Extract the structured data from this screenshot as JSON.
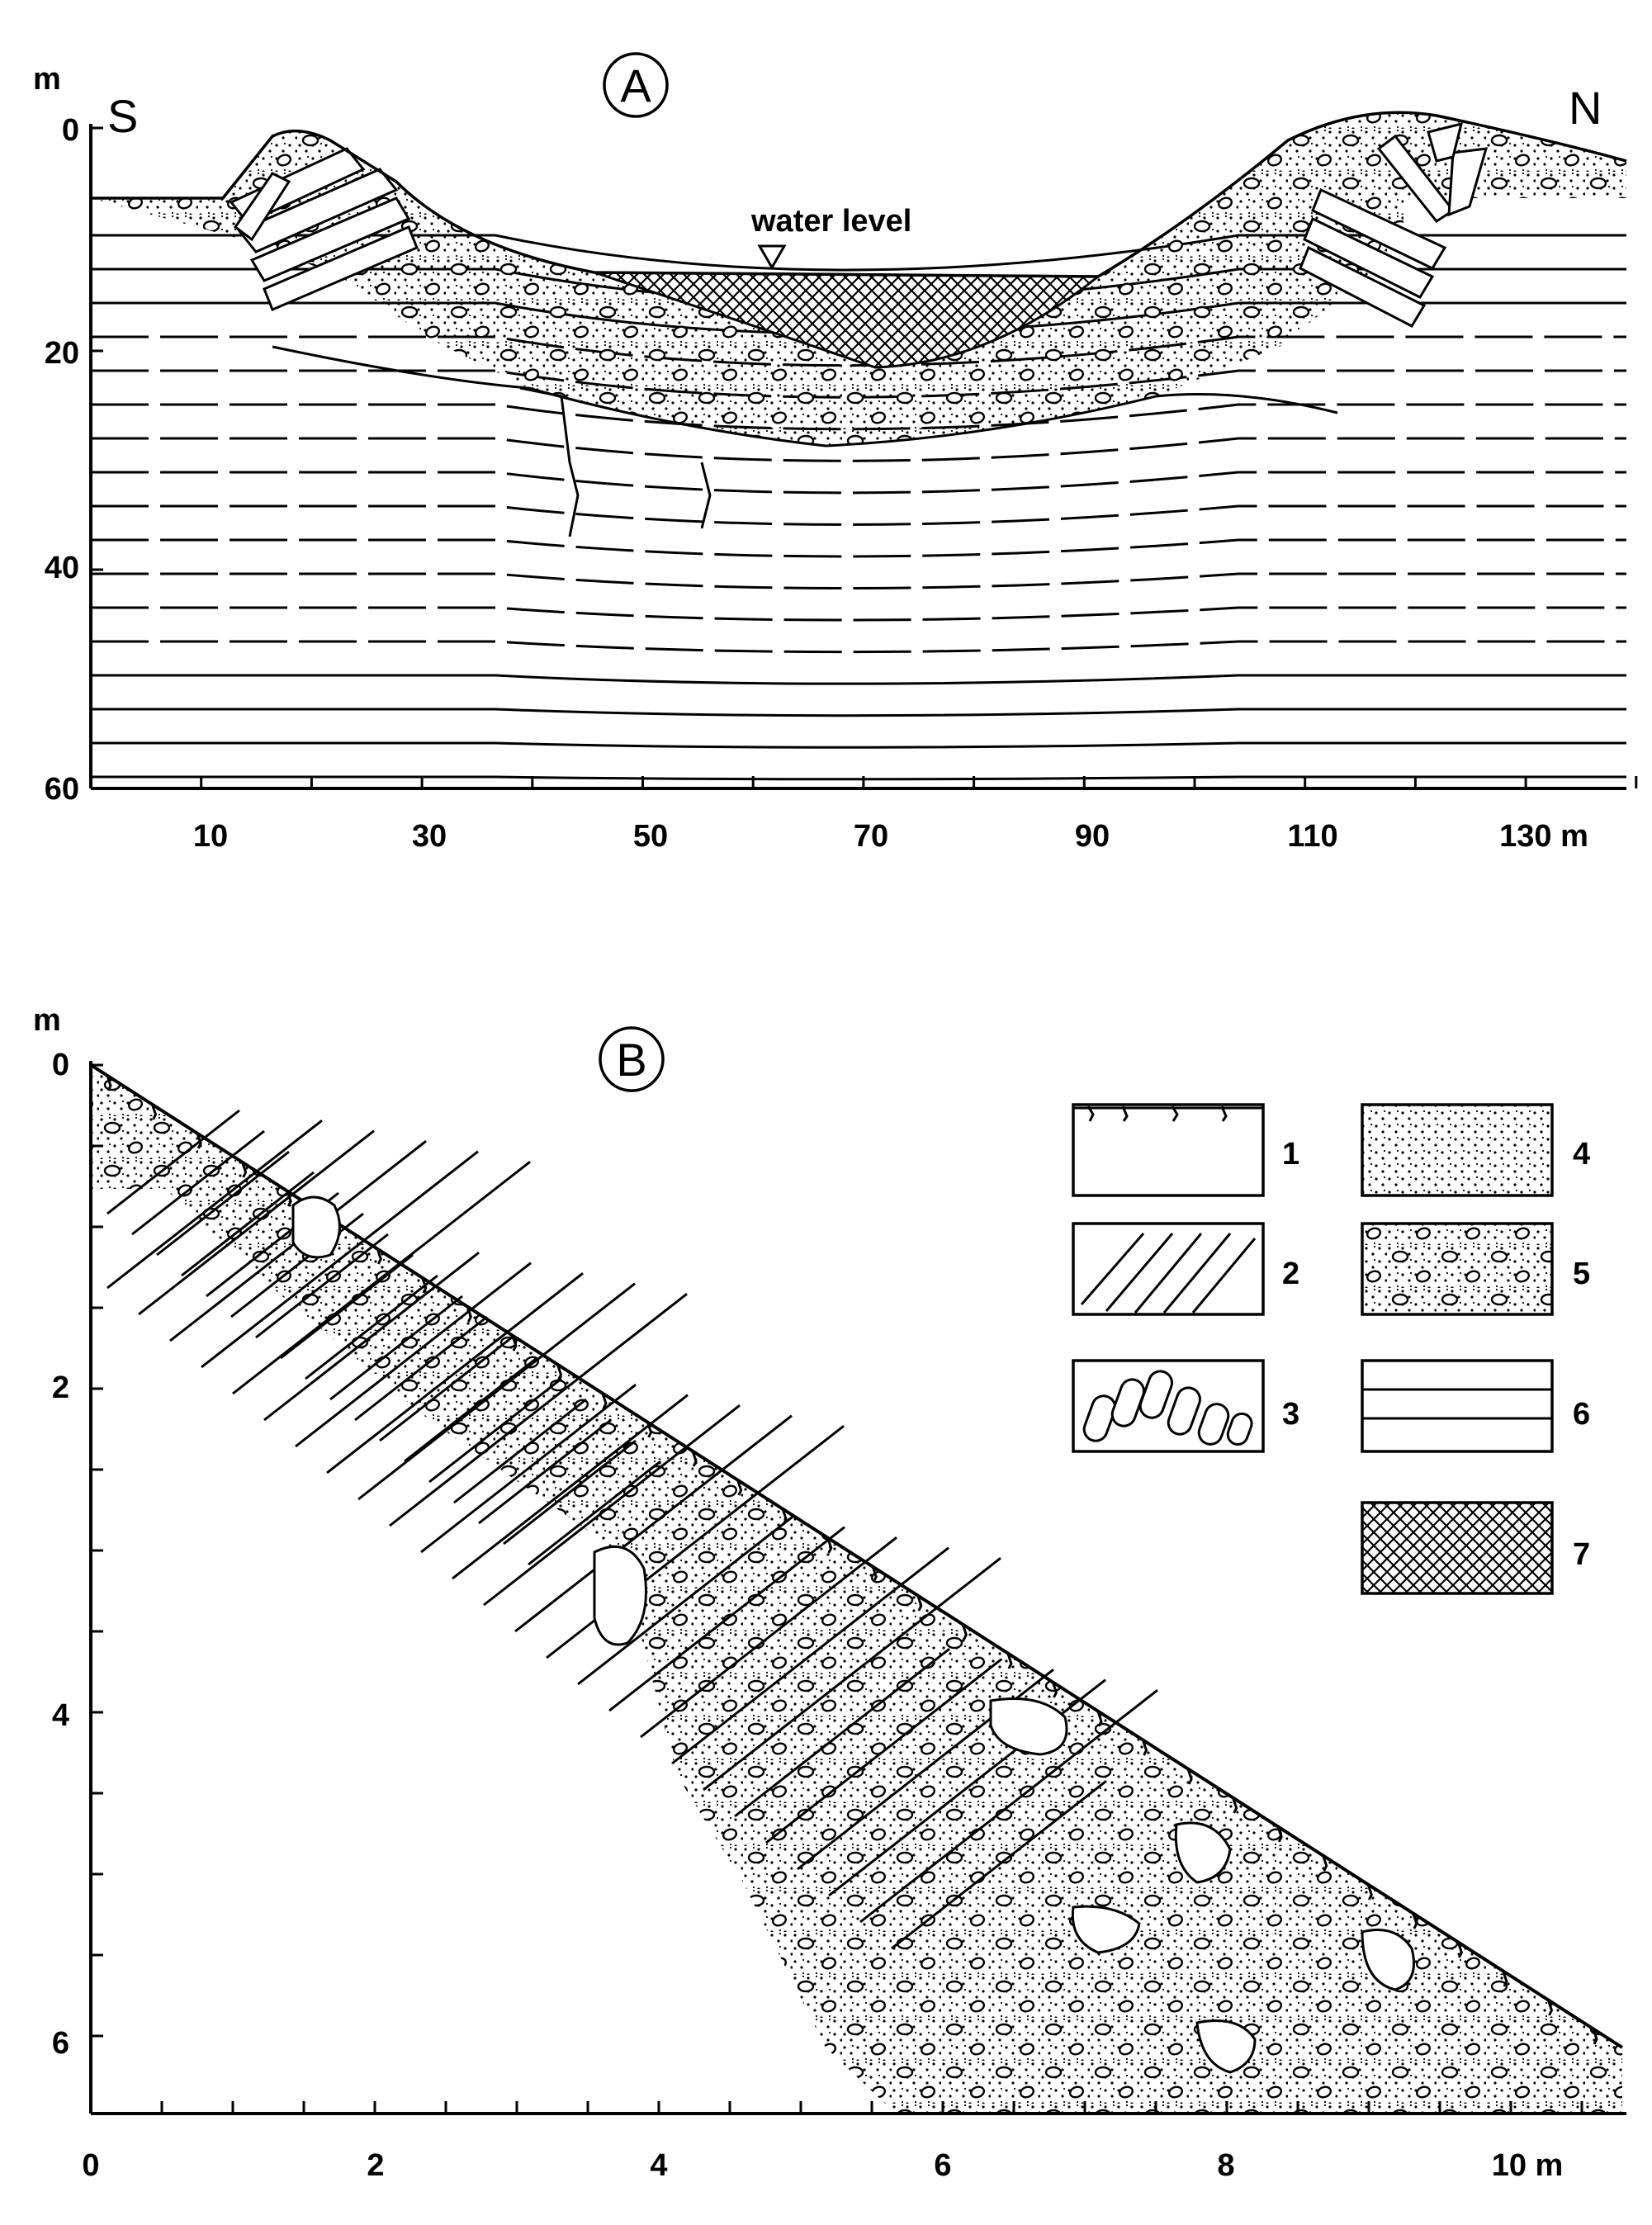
{
  "panel_a": {
    "label": "A",
    "unit": "m",
    "south": "S",
    "north": "N",
    "water_level": "water level",
    "y_ticks": [
      "0",
      "20",
      "40",
      "60"
    ],
    "x_ticks": [
      "10",
      "30",
      "50",
      "70",
      "90",
      "110",
      "130 m"
    ]
  },
  "panel_b": {
    "label": "B",
    "unit": "m",
    "y_ticks": [
      "0",
      "2",
      "4",
      "6"
    ],
    "x_ticks": [
      "0",
      "2",
      "4",
      "6",
      "8",
      "10 m"
    ]
  },
  "legend": {
    "items": [
      {
        "number": "1",
        "pattern": "soil"
      },
      {
        "number": "2",
        "pattern": "tilted-slabs"
      },
      {
        "number": "3",
        "pattern": "rounded-blocks"
      },
      {
        "number": "4",
        "pattern": "sand"
      },
      {
        "number": "5",
        "pattern": "gravel"
      },
      {
        "number": "6",
        "pattern": "horizontal-strata"
      },
      {
        "number": "7",
        "pattern": "crosshatch"
      }
    ]
  }
}
